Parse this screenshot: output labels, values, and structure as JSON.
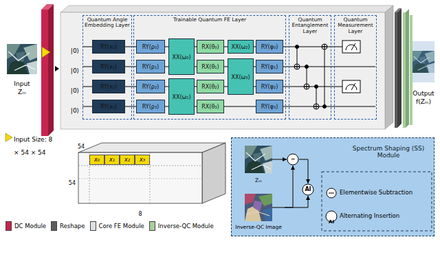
{
  "diagram": {
    "nodes": [
      {
        "text": [
          "Quantum Angle Embedding Layer"
        ]
      },
      {
        "text": [
          "RY(x₀)"
        ],
        "in": 0
      },
      {
        "text": [
          "RY(x₁)"
        ],
        "in": 0
      },
      {
        "text": [
          "RY(x₂)"
        ],
        "in": 0
      },
      {
        "text": [
          "RY(x₃)"
        ],
        "in": 0
      },
      {
        "text": [
          "Trainable Quantum FE Layer"
        ]
      },
      {
        "text": [
          "RY(ρ₀)"
        ],
        "in": 5
      },
      {
        "text": [
          "RY(ρ₁)"
        ],
        "in": 5
      },
      {
        "text": [
          "RY(ρ₂)"
        ],
        "in": 5
      },
      {
        "text": [
          "RY(ρ₃)"
        ],
        "in": 5
      },
      {
        "text": [
          "XX(ω₀)"
        ],
        "in": 5
      },
      {
        "text": [
          "XX(ω₁)"
        ],
        "in": 5
      },
      {
        "text": [
          "RX(θ₀)"
        ],
        "in": 5
      },
      {
        "text": [
          "RX(θ₁)"
        ],
        "in": 5
      },
      {
        "text": [
          "RX(θ₂)"
        ],
        "in": 5
      },
      {
        "text": [
          "RX(θ₃)"
        ],
        "in": 5
      },
      {
        "text": [
          "XX(ω₂)"
        ],
        "in": 5
      },
      {
        "text": [
          "XX(ω₃)"
        ],
        "in": 5
      },
      {
        "text": [
          "RY(φ₀)"
        ],
        "in": 5
      },
      {
        "text": [
          "RY(φ₁)"
        ],
        "in": 5
      },
      {
        "text": [
          "RY(φ₂)"
        ],
        "in": 5
      },
      {
        "text": [
          "RY(φ₃)"
        ],
        "in": 5
      },
      {
        "text": [
          "Quantum Entanglement Layer"
        ]
      },
      {
        "text": [
          "Quantum Measurement Layer"
        ]
      },
      {
        "text": [
          "x₀"
        ]
      },
      {
        "text": [
          "x₁"
        ]
      },
      {
        "text": [
          "x₂"
        ]
      },
      {
        "text": [
          "x₃"
        ]
      },
      {
        "text": [
          "Spectrum Shaping (SS) Module"
        ]
      },
      {
        "text": [
          "Zₘ"
        ],
        "in": 28
      },
      {
        "text": [
          "Inverse-QC Image"
        ],
        "in": 28
      },
      {
        "text": [
          "−"
        ],
        "in": 28
      },
      {
        "text": [
          "AI"
        ],
        "in": 28
      }
    ],
    "edges": [
      {
        "from": 1,
        "to": 6,
        "arrow": "none"
      },
      {
        "from": 2,
        "to": 7,
        "arrow": "none"
      },
      {
        "from": 3,
        "to": 8,
        "arrow": "none"
      },
      {
        "from": 4,
        "to": 9,
        "arrow": "none"
      },
      {
        "from": 6,
        "to": 10,
        "arrow": "none"
      },
      {
        "from": 7,
        "to": 10,
        "arrow": "none"
      },
      {
        "from": 8,
        "to": 11,
        "arrow": "none"
      },
      {
        "from": 9,
        "to": 11,
        "arrow": "none"
      },
      {
        "from": 10,
        "to": 12,
        "arrow": "none"
      },
      {
        "from": 10,
        "to": 13,
        "arrow": "none"
      },
      {
        "from": 11,
        "to": 14,
        "arrow": "none"
      },
      {
        "from": 11,
        "to": 15,
        "arrow": "none"
      },
      {
        "from": 12,
        "to": 16,
        "arrow": "none"
      },
      {
        "from": 13,
        "to": 17,
        "arrow": "none"
      },
      {
        "from": 14,
        "to": 17,
        "arrow": "none"
      },
      {
        "from": 15,
        "to": 21,
        "arrow": "none"
      },
      {
        "from": 16,
        "to": 18,
        "arrow": "none"
      },
      {
        "from": 17,
        "to": 19,
        "arrow": "none"
      },
      {
        "from": 17,
        "to": 20,
        "arrow": "none"
      },
      {
        "from": 29,
        "to": 31,
        "arrow": "to"
      },
      {
        "from": 30,
        "to": 31,
        "arrow": "to"
      },
      {
        "from": 31,
        "to": 32,
        "arrow": "to"
      },
      {
        "from": 30,
        "to": 32,
        "arrow": "to"
      }
    ],
    "labels": [
      "Input",
      "Zₘ",
      "Output",
      "f(Zₘ)",
      "|0⟩",
      "|0⟩",
      "|0⟩",
      "|0⟩",
      "Input Size: 8 × 54 × 54",
      "54",
      "54",
      "8",
      "AI"
    ],
    "legend": [
      {
        "text": "DC Module",
        "color": "#c7254e"
      },
      {
        "text": "Reshape",
        "color": "#5c5c5c"
      },
      {
        "text": "Core FE Module",
        "color": "#e0e0e0"
      },
      {
        "text": "Inverse-QC Module",
        "color": "#a9cf9f"
      },
      {
        "text": "Elementwise Subtraction"
      },
      {
        "text": "Alternating Insertion"
      }
    ]
  }
}
